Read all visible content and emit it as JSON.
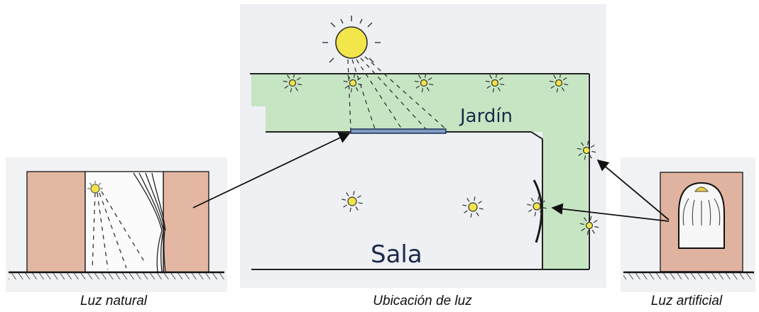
{
  "captions": {
    "left": "Luz natural",
    "center": "Ubicación de luz",
    "right": "Luz artificial"
  },
  "plan_labels": {
    "garden": "Jardín",
    "living_room": "Sala"
  },
  "colors": {
    "paper": "#f2f3f5",
    "garden_green": "#bfe3bf",
    "wall_brown": "#e2b4a0",
    "sun_yellow": "#f2e34a",
    "ink": "#1a1a1a",
    "glass_blue": "#3b5a8a"
  },
  "icons": {
    "sun": "sun-icon",
    "lamp": "lamp-icon",
    "arrow": "arrow-icon"
  }
}
